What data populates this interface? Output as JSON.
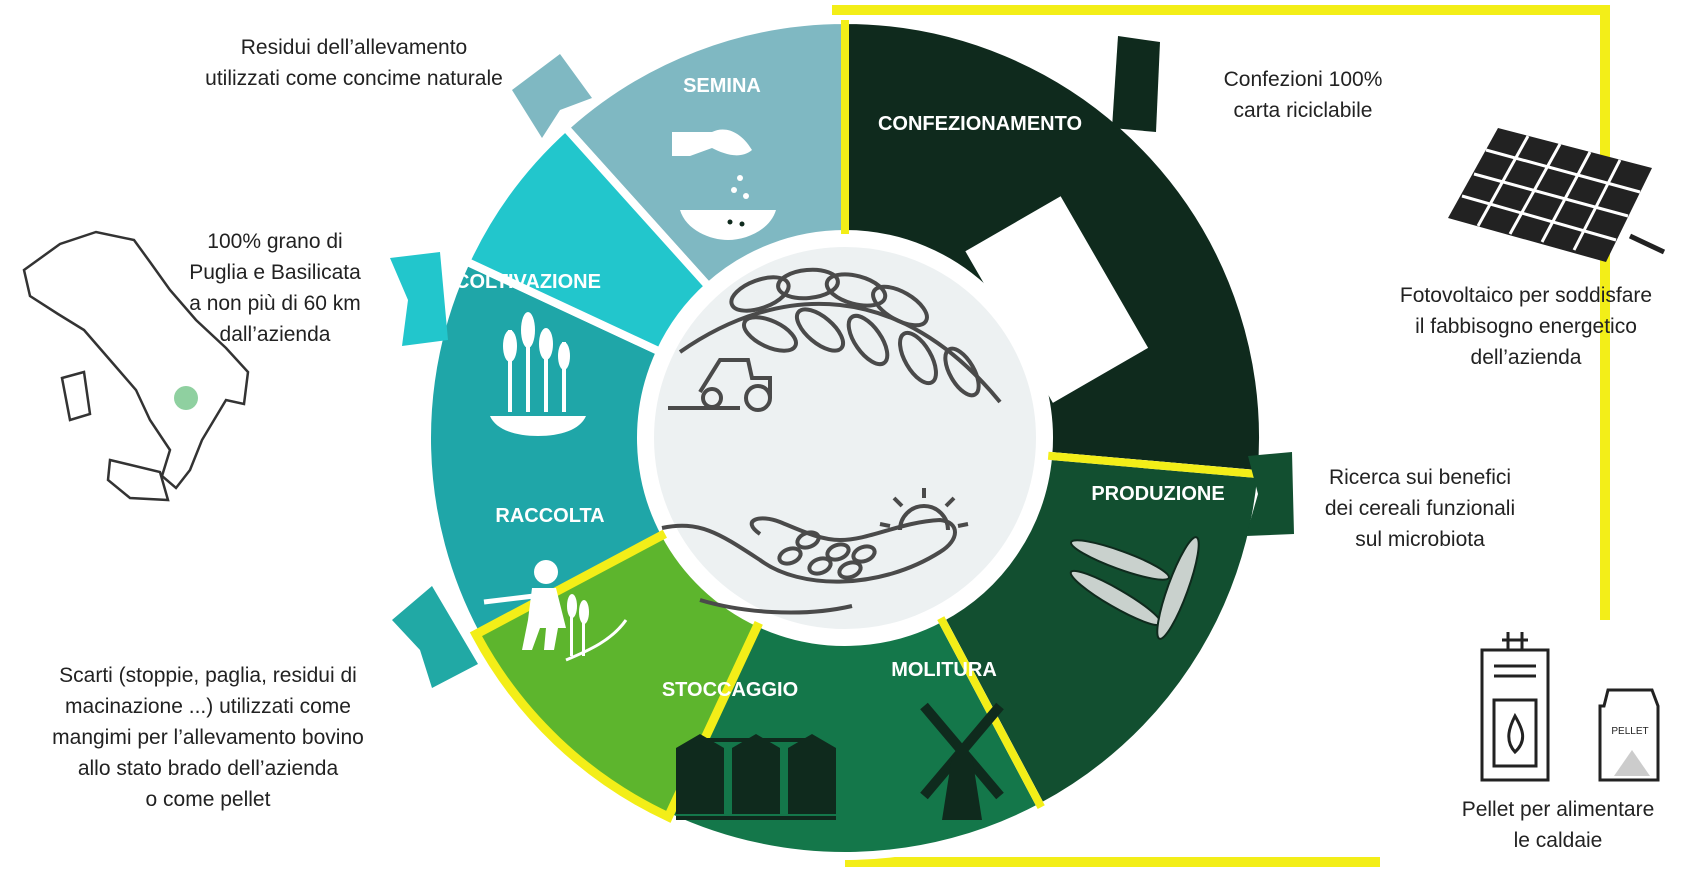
{
  "colors": {
    "semina": "#7fb8c2",
    "coltivazione": "#22c6cc",
    "raccolta": "#1fa6a8",
    "stoccaggio": "#5db52d",
    "molitura": "#14774a",
    "produzione": "#124f30",
    "confezionamento": "#0f2a1d",
    "highlight": "#f3ee18",
    "center": "#edf1f2",
    "flag_teal": "#21a9a5",
    "flag_dark": "#0f2a1d"
  },
  "segments": [
    {
      "id": "semina",
      "label": "SEMINA",
      "icon": "sowing-hand-icon"
    },
    {
      "id": "confezionamento",
      "label": "CONFEZIONAMENTO",
      "icon": "paper-package-icon"
    },
    {
      "id": "produzione",
      "label": "PRODUZIONE",
      "icon": "pasta-icon"
    },
    {
      "id": "molitura",
      "label": "MOLITURA",
      "icon": "windmill-icon"
    },
    {
      "id": "stoccaggio",
      "label": "STOCCAGGIO",
      "icon": "silo-icon"
    },
    {
      "id": "raccolta",
      "label": "RACCOLTA",
      "icon": "harvester-farmer-icon"
    },
    {
      "id": "coltivazione",
      "label": "COLTIVAZIONE",
      "icon": "wheat-icon"
    }
  ],
  "center_icons": [
    "wheat-ear-icon",
    "tractor-icon",
    "hand-with-seeds-icon",
    "sun-icon"
  ],
  "notes": {
    "semina": [
      "Residui dell’allevamento",
      "utilizzati come concime naturale"
    ],
    "confezionamento": [
      "Confezioni 100%",
      "carta riciclabile"
    ],
    "fotovoltaico": [
      "Fotovoltaico per soddisfare",
      "il fabbisogno energetico",
      "dell’azienda"
    ],
    "coltivazione": [
      "100% grano di",
      "Puglia e Basilicata",
      "a non più di 60 km",
      "dall’azienda"
    ],
    "produzione": [
      "Ricerca sui benefici",
      "dei cereali funzionali",
      "sul microbiota"
    ],
    "scarti": [
      "Scarti (stoppie, paglia, residui di",
      "macinazione ...) utilizzati come",
      "mangimi per l’allevamento bovino",
      "allo stato brado dell’azienda",
      "o come pellet"
    ],
    "pellet": [
      "Pellet per alimentare",
      "le caldaie"
    ]
  },
  "pellet_bag_label": "PELLET",
  "side_icons": [
    "italy-map-icon",
    "solar-panel-icon",
    "pellet-stove-icon",
    "pellet-bag-icon"
  ]
}
